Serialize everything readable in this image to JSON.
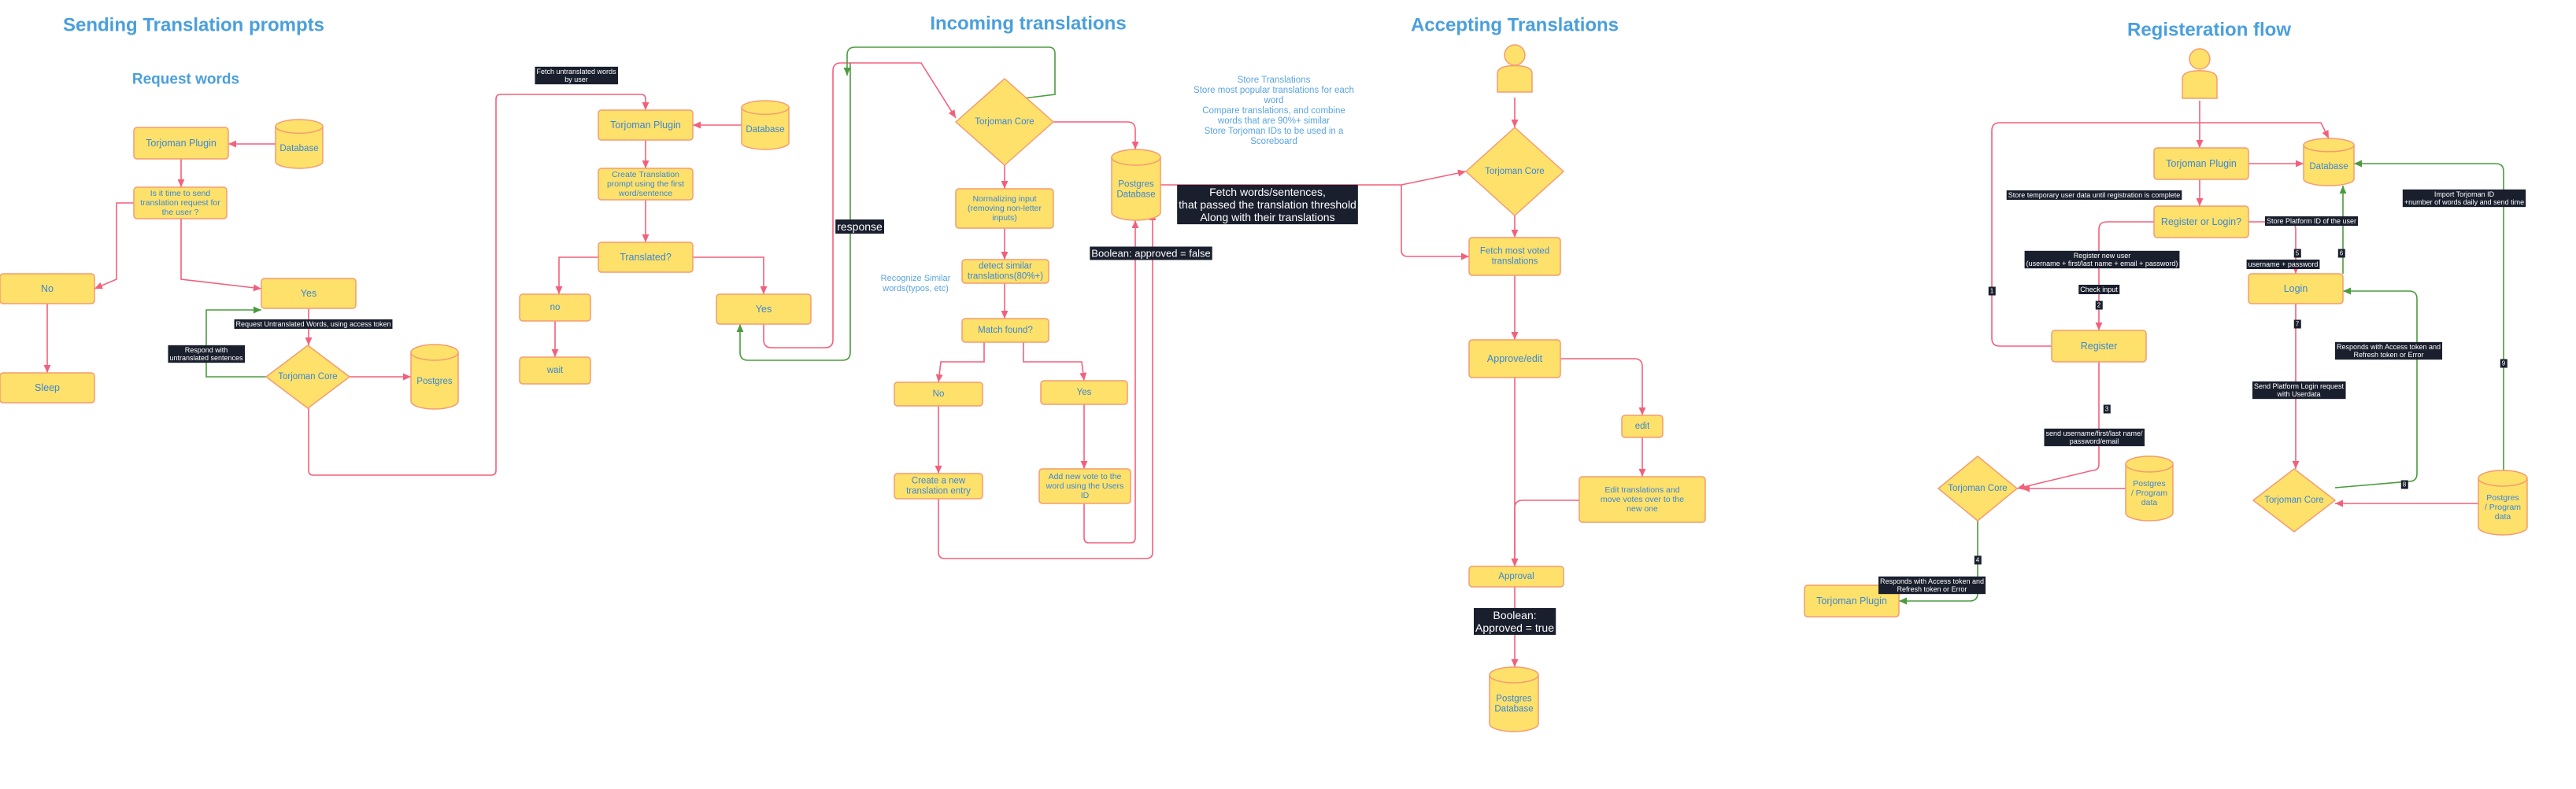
{
  "theme": {
    "node_fill": "#fde16a",
    "node_stroke": "#f59b71",
    "edge_red": "#f2617c",
    "edge_green": "#4b9b3e",
    "title_color": "#4a9fdc",
    "label_bg": "#1a1f2e"
  },
  "titles": [
    {
      "id": "t-send",
      "text": "Sending Translation prompts"
    },
    {
      "id": "t-req",
      "text": "Request words"
    },
    {
      "id": "t-in",
      "text": "Incoming translations"
    },
    {
      "id": "t-acc",
      "text": "Accepting Translations"
    },
    {
      "id": "t-reg",
      "text": "Registeration flow"
    }
  ],
  "notes": [
    {
      "id": "n-store",
      "lines": [
        "Store Translations",
        "Store most popular translations for each",
        "word",
        "Compare translations, and combine",
        "words that are 90%+ similar",
        "Store Torjoman IDs to be used in a",
        "Scoreboard"
      ]
    },
    {
      "id": "n-similar",
      "lines": [
        "Recognize Similar",
        "words(typos, etc)"
      ]
    }
  ],
  "nodes": [
    {
      "id": "plugin1",
      "shape": "rect",
      "lines": [
        "Torjoman Plugin"
      ]
    },
    {
      "id": "db1",
      "shape": "cylinder",
      "lines": [
        "Database"
      ]
    },
    {
      "id": "q-time",
      "shape": "rect",
      "lines": [
        "Is it time to send",
        "translation request for",
        "the user ?"
      ]
    },
    {
      "id": "no1",
      "shape": "rect",
      "lines": [
        "No"
      ]
    },
    {
      "id": "sleep",
      "shape": "rect",
      "lines": [
        "Sleep"
      ]
    },
    {
      "id": "yes1",
      "shape": "rect",
      "lines": [
        "Yes"
      ]
    },
    {
      "id": "core1",
      "shape": "diamond",
      "lines": [
        "Torjoman Core"
      ]
    },
    {
      "id": "pg1",
      "shape": "cylinder",
      "lines": [
        "Postgres"
      ]
    },
    {
      "id": "plugin2",
      "shape": "rect",
      "lines": [
        "Torjoman Plugin"
      ]
    },
    {
      "id": "db2",
      "shape": "cylinder",
      "lines": [
        "Database"
      ]
    },
    {
      "id": "create-prompt",
      "shape": "rect",
      "lines": [
        "Create Translation",
        "prompt using the first",
        "word/sentence"
      ]
    },
    {
      "id": "translated",
      "shape": "rect",
      "lines": [
        "Translated?"
      ]
    },
    {
      "id": "no2",
      "shape": "rect",
      "lines": [
        "no"
      ]
    },
    {
      "id": "wait",
      "shape": "rect",
      "lines": [
        "wait"
      ]
    },
    {
      "id": "yes2",
      "shape": "rect",
      "lines": [
        "Yes"
      ]
    },
    {
      "id": "core2",
      "shape": "diamond",
      "lines": [
        "Torjoman Core"
      ]
    },
    {
      "id": "normalize",
      "shape": "rect",
      "lines": [
        "Normalizing input",
        "(removing non-letter",
        "inputs)"
      ]
    },
    {
      "id": "detect",
      "shape": "rect",
      "lines": [
        "detect similar",
        "translations(80%+)"
      ]
    },
    {
      "id": "match",
      "shape": "rect",
      "lines": [
        "Match found?"
      ]
    },
    {
      "id": "no3",
      "shape": "rect",
      "lines": [
        "No"
      ]
    },
    {
      "id": "yes3",
      "shape": "rect",
      "lines": [
        "Yes"
      ]
    },
    {
      "id": "create-entry",
      "shape": "rect",
      "lines": [
        "Create a new",
        "translation entry"
      ]
    },
    {
      "id": "add-vote",
      "shape": "rect",
      "lines": [
        "Add new vote to the",
        "word using the Users",
        "ID"
      ]
    },
    {
      "id": "pg2",
      "shape": "cylinder",
      "lines": [
        "Postgres",
        "Database"
      ]
    },
    {
      "id": "user1",
      "shape": "person",
      "lines": []
    },
    {
      "id": "core3",
      "shape": "diamond",
      "lines": [
        "Torjoman Core"
      ]
    },
    {
      "id": "fetch-voted",
      "shape": "rect",
      "lines": [
        "Fetch most voted",
        "translations"
      ]
    },
    {
      "id": "approve-edit",
      "shape": "rect",
      "lines": [
        "Approve/edit"
      ]
    },
    {
      "id": "edit",
      "shape": "rect",
      "lines": [
        "edit"
      ]
    },
    {
      "id": "edit-move",
      "shape": "rect",
      "lines": [
        "Edit translations and",
        "move votes over to the",
        "new one"
      ]
    },
    {
      "id": "approval",
      "shape": "rect",
      "lines": [
        "Approval"
      ]
    },
    {
      "id": "pg3",
      "shape": "cylinder",
      "lines": [
        "Postgres",
        "Database"
      ]
    },
    {
      "id": "user2",
      "shape": "person",
      "lines": []
    },
    {
      "id": "plugin3",
      "shape": "rect",
      "lines": [
        "Torjoman Plugin"
      ]
    },
    {
      "id": "db3",
      "shape": "cylinder",
      "lines": [
        "Database"
      ]
    },
    {
      "id": "reg-login",
      "shape": "rect",
      "lines": [
        "Register or Login?"
      ]
    },
    {
      "id": "login",
      "shape": "rect",
      "lines": [
        "Login"
      ]
    },
    {
      "id": "register",
      "shape": "rect",
      "lines": [
        "Register"
      ]
    },
    {
      "id": "core4",
      "shape": "diamond",
      "lines": [
        "Torjoman Core"
      ]
    },
    {
      "id": "pg4",
      "shape": "cylinder",
      "lines": [
        "Postgres",
        "/ Program",
        "data"
      ]
    },
    {
      "id": "core5",
      "shape": "diamond",
      "lines": [
        "Torjoman Core"
      ]
    },
    {
      "id": "pg5",
      "shape": "cylinder",
      "lines": [
        "Postgres",
        "/ Program",
        "data"
      ]
    },
    {
      "id": "plugin4",
      "shape": "rect",
      "lines": [
        "Torjoman Plugin"
      ]
    }
  ],
  "edge_labels": [
    {
      "id": "l-fetch-untranslated",
      "lines": [
        "Fetch untranslated words",
        "by user"
      ]
    },
    {
      "id": "l-request-untranslated",
      "lines": [
        "Request Untranslated Words, using access token"
      ]
    },
    {
      "id": "l-respond-untranslated",
      "lines": [
        "Respond with",
        "untranslated sentences"
      ]
    },
    {
      "id": "l-response",
      "lines": [
        "response"
      ]
    },
    {
      "id": "l-bool-false",
      "lines": [
        "Boolean: approved = false"
      ]
    },
    {
      "id": "l-fetch-threshold",
      "lines": [
        "Fetch words/sentences,",
        "that passed the translation threshold",
        "Along with their translations"
      ]
    },
    {
      "id": "l-bool-true",
      "lines": [
        "Boolean:",
        "Approved = true"
      ]
    },
    {
      "id": "l-store-temp",
      "lines": [
        "Store temporary user data until registration is complete"
      ]
    },
    {
      "id": "l-store-platform",
      "lines": [
        "Store Platform ID of the user"
      ]
    },
    {
      "id": "l-register-new",
      "lines": [
        "Register new user",
        "(username + first/last name + email + password)"
      ]
    },
    {
      "id": "l-user-pass",
      "lines": [
        "username + password"
      ]
    },
    {
      "id": "l-check-input",
      "lines": [
        "Check input"
      ]
    },
    {
      "id": "l-import-id",
      "lines": [
        "Import Torjoman ID",
        "+number of words daily and send time"
      ]
    },
    {
      "id": "l-responds-token1",
      "lines": [
        "Responds with Access token and",
        "Refresh token or Error"
      ]
    },
    {
      "id": "l-send-platform",
      "lines": [
        "Send Platform Login request",
        "with Userdata"
      ]
    },
    {
      "id": "l-send-userinfo",
      "lines": [
        "send username/first/last name/",
        "password/email"
      ]
    },
    {
      "id": "l-responds-token2",
      "lines": [
        "Responds with Access token and",
        "Refresh token or Error"
      ]
    },
    {
      "id": "l-n1",
      "lines": [
        "1"
      ]
    },
    {
      "id": "l-n2",
      "lines": [
        "2"
      ]
    },
    {
      "id": "l-n3",
      "lines": [
        "3"
      ]
    },
    {
      "id": "l-n4",
      "lines": [
        "4"
      ]
    },
    {
      "id": "l-n5",
      "lines": [
        "5"
      ]
    },
    {
      "id": "l-n6",
      "lines": [
        "6"
      ]
    },
    {
      "id": "l-n7",
      "lines": [
        "7"
      ]
    },
    {
      "id": "l-n8",
      "lines": [
        "8"
      ]
    },
    {
      "id": "l-n9",
      "lines": [
        "9"
      ]
    }
  ]
}
